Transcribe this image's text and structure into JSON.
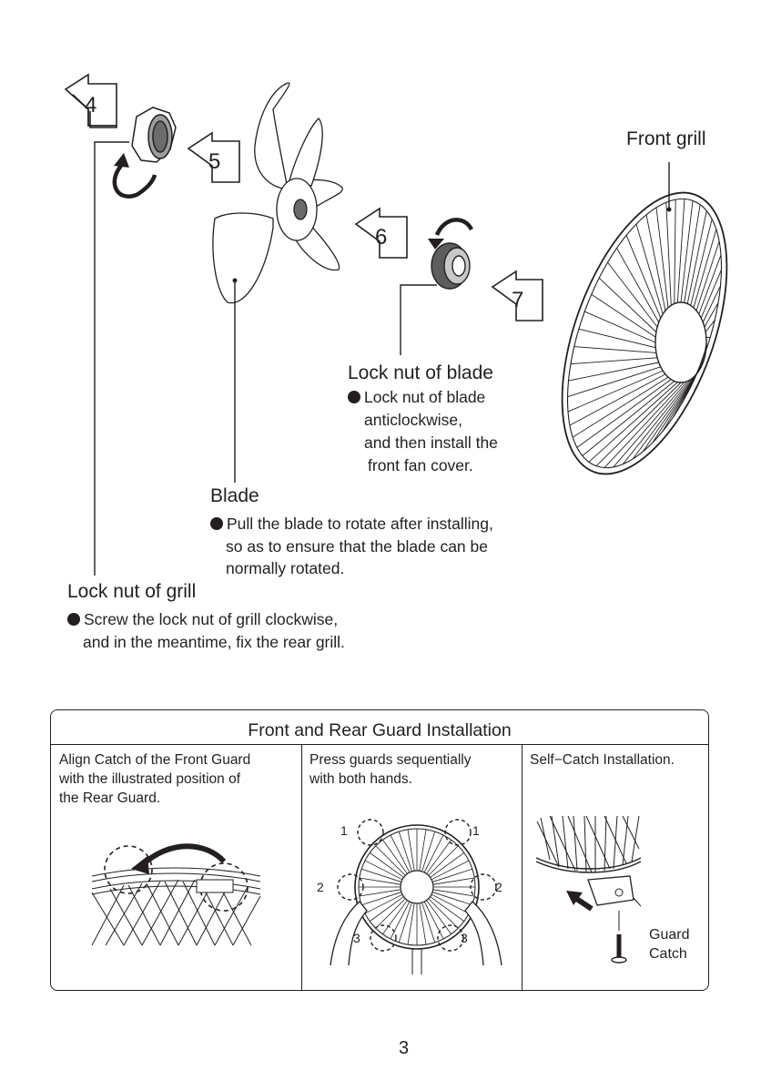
{
  "steps": [
    "4",
    "5",
    "6",
    "7"
  ],
  "labels": {
    "front_grill": "Front grill",
    "lock_nut_blade": {
      "title": "Lock nut of blade",
      "lines": [
        "Lock nut of blade",
        "anticlockwise,",
        "and then install the",
        "front fan cover."
      ]
    },
    "blade": {
      "title": "Blade",
      "lines": [
        "Pull the blade to rotate after installing,",
        "so as to ensure that the blade can be",
        "normally rotated."
      ]
    },
    "lock_nut_grill": {
      "title": "Lock nut of grill",
      "lines": [
        "Screw the lock nut of grill clockwise,",
        "and in the meantime, fix the rear grill."
      ]
    }
  },
  "guard_table": {
    "title": "Front and Rear Guard Installation",
    "columns": [
      {
        "text": [
          "Align Catch of the Front Guard",
          "with the illustrated position of",
          "the Rear Guard."
        ]
      },
      {
        "text": [
          "Press guards sequentially",
          "with both hands."
        ],
        "markers": [
          "1",
          "1",
          "2",
          "2",
          "3",
          "3"
        ]
      },
      {
        "text": [
          "Self−Catch Installation."
        ],
        "callout": [
          "Guard",
          "Catch"
        ]
      }
    ]
  },
  "page_number": "3"
}
